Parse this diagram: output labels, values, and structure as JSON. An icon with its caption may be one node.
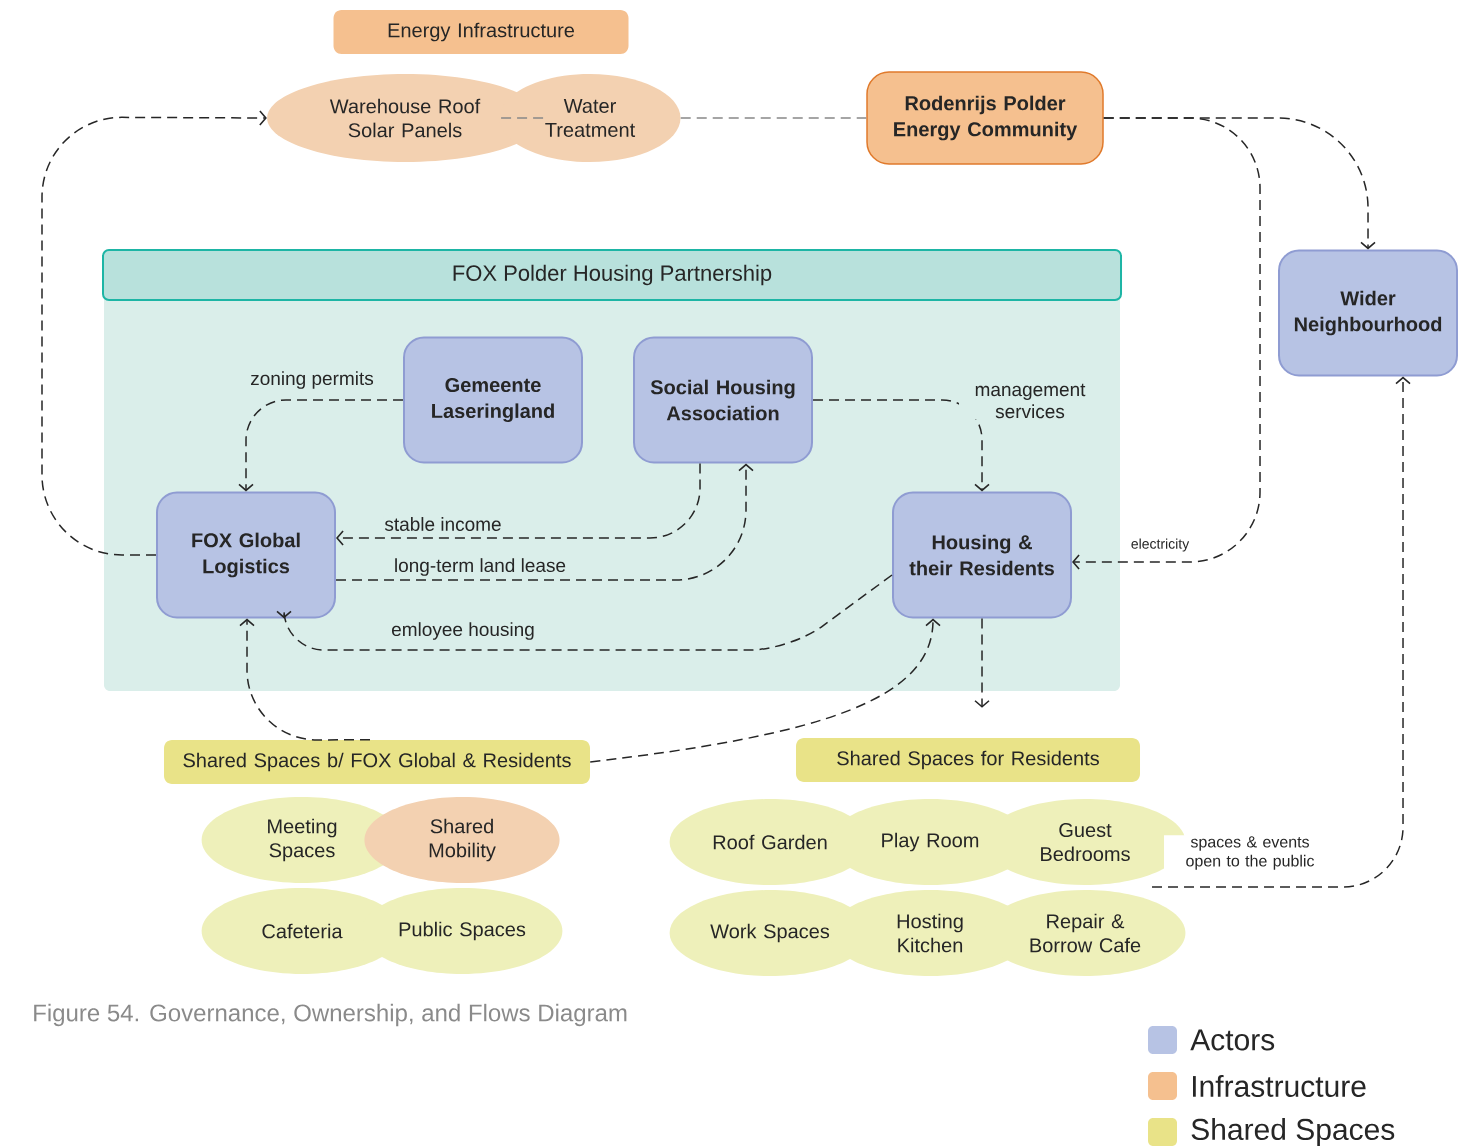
{
  "diagram": {
    "caption": "Figure 54. Governance, Ownership, and Flows Diagram",
    "nodes": [
      {
        "text": [
          "Energy Infrastructure"
        ]
      },
      {
        "text": [
          "Warehouse Roof Solar Panels"
        ]
      },
      {
        "text": [
          "Water Treatment"
        ]
      },
      {
        "text": [
          "Rodenrijs Polder Energy Community"
        ]
      },
      {
        "text": [
          "FOX Polder Housing Partnership"
        ]
      },
      {
        "text": [
          "Gemeente Laseringland"
        ],
        "in": 4
      },
      {
        "text": [
          "Social Housing Association"
        ],
        "in": 4
      },
      {
        "text": [
          "FOX Global Logistics"
        ],
        "in": 4
      },
      {
        "text": [
          "Housing & their Residents"
        ],
        "in": 4
      },
      {
        "text": [
          "Wider Neighbourhood"
        ]
      },
      {
        "text": [
          "Shared Spaces b/ FOX Global & Residents"
        ]
      },
      {
        "text": [
          "Meeting Spaces"
        ]
      },
      {
        "text": [
          "Shared Mobility"
        ]
      },
      {
        "text": [
          "Cafeteria"
        ]
      },
      {
        "text": [
          "Public Spaces"
        ]
      },
      {
        "text": [
          "Shared Spaces for Residents"
        ]
      },
      {
        "text": [
          "Roof Garden"
        ]
      },
      {
        "text": [
          "Play Room"
        ]
      },
      {
        "text": [
          "Guest Bedrooms"
        ]
      },
      {
        "text": [
          "Work Spaces"
        ]
      },
      {
        "text": [
          "Hosting Kitchen"
        ]
      },
      {
        "text": [
          "Repair & Borrow Cafe"
        ]
      }
    ],
    "edges": [
      {
        "from": 7,
        "to": 1,
        "arrow": "to"
      },
      {
        "from": 1,
        "to": 2,
        "arrow": "none",
        "color": "#888888"
      },
      {
        "from": 2,
        "to": 3,
        "arrow": "none",
        "color": "#888888"
      },
      {
        "from": 3,
        "to": 9,
        "arrow": "to"
      },
      {
        "from": 3,
        "to": 8,
        "arrow": "to",
        "label": "electricity"
      },
      {
        "from": 5,
        "to": 7,
        "arrow": "to",
        "label": "zoning permits"
      },
      {
        "from": 6,
        "to": 8,
        "arrow": "to",
        "label": "management services"
      },
      {
        "from": 6,
        "to": 7,
        "arrow": "to",
        "label": "stable income"
      },
      {
        "from": 7,
        "to": 6,
        "arrow": "to",
        "label": "long-term land lease"
      },
      {
        "from": 8,
        "to": 7,
        "arrow": "to",
        "label": "emloyee housing"
      },
      {
        "from": 10,
        "to": 7,
        "arrow": "to"
      },
      {
        "from": 10,
        "to": 8,
        "arrow": "to"
      },
      {
        "from": 8,
        "to": 15,
        "arrow": "to"
      },
      {
        "from": 21,
        "to": 9,
        "arrow": "to",
        "label": "spaces & events open to the public"
      }
    ],
    "legend": [
      {
        "text": "Actors",
        "color": "#b7c3e4"
      },
      {
        "text": "Infrastructure",
        "color": "#f5c08f"
      },
      {
        "text": "Shared Spaces",
        "color": "#e9e388"
      }
    ]
  }
}
